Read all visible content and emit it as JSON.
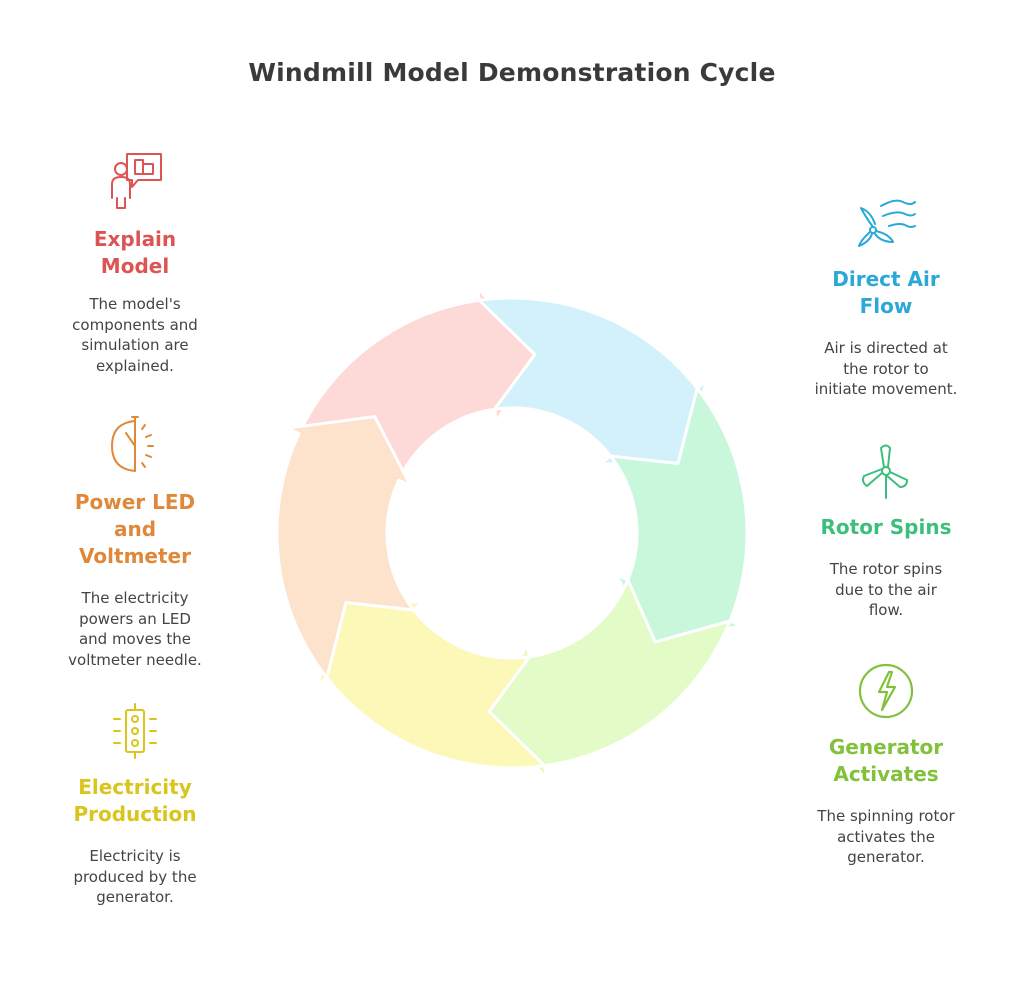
{
  "title": "Windmill Model Demonstration Cycle",
  "colors": {
    "explain": "#dc5454",
    "air": "#2aa8d8",
    "rotor": "#3cbf7c",
    "generator": "#82c13c",
    "electricity": "#d9c51c",
    "power": "#e0883a"
  },
  "steps": [
    {
      "id": "explain-model",
      "label_lines": [
        "Explain",
        "Model"
      ],
      "desc_lines": [
        "The model's",
        "components and",
        "simulation are",
        "explained."
      ],
      "icon": "presentation-icon"
    },
    {
      "id": "direct-air-flow",
      "label_lines": [
        "Direct Air",
        "Flow"
      ],
      "desc_lines": [
        "Air is directed at",
        "the rotor to",
        "initiate movement."
      ],
      "icon": "wind-icon"
    },
    {
      "id": "rotor-spins",
      "label_lines": [
        "Rotor Spins"
      ],
      "desc_lines": [
        "The rotor spins",
        "due to the air",
        "flow."
      ],
      "icon": "turbine-icon"
    },
    {
      "id": "generator-activates",
      "label_lines": [
        "Generator",
        "Activates"
      ],
      "desc_lines": [
        "The spinning rotor",
        "activates the",
        "generator."
      ],
      "icon": "lightning-icon"
    },
    {
      "id": "electricity-production",
      "label_lines": [
        "Electricity",
        "Production"
      ],
      "desc_lines": [
        "Electricity is",
        "produced by the",
        "generator."
      ],
      "icon": "traffic-light-icon"
    },
    {
      "id": "power-led-voltmeter",
      "label_lines": [
        "Power LED",
        "and",
        "Voltmeter"
      ],
      "desc_lines": [
        "The electricity",
        "powers an LED",
        "and moves the",
        "voltmeter needle."
      ],
      "icon": "gauge-icon"
    }
  ]
}
